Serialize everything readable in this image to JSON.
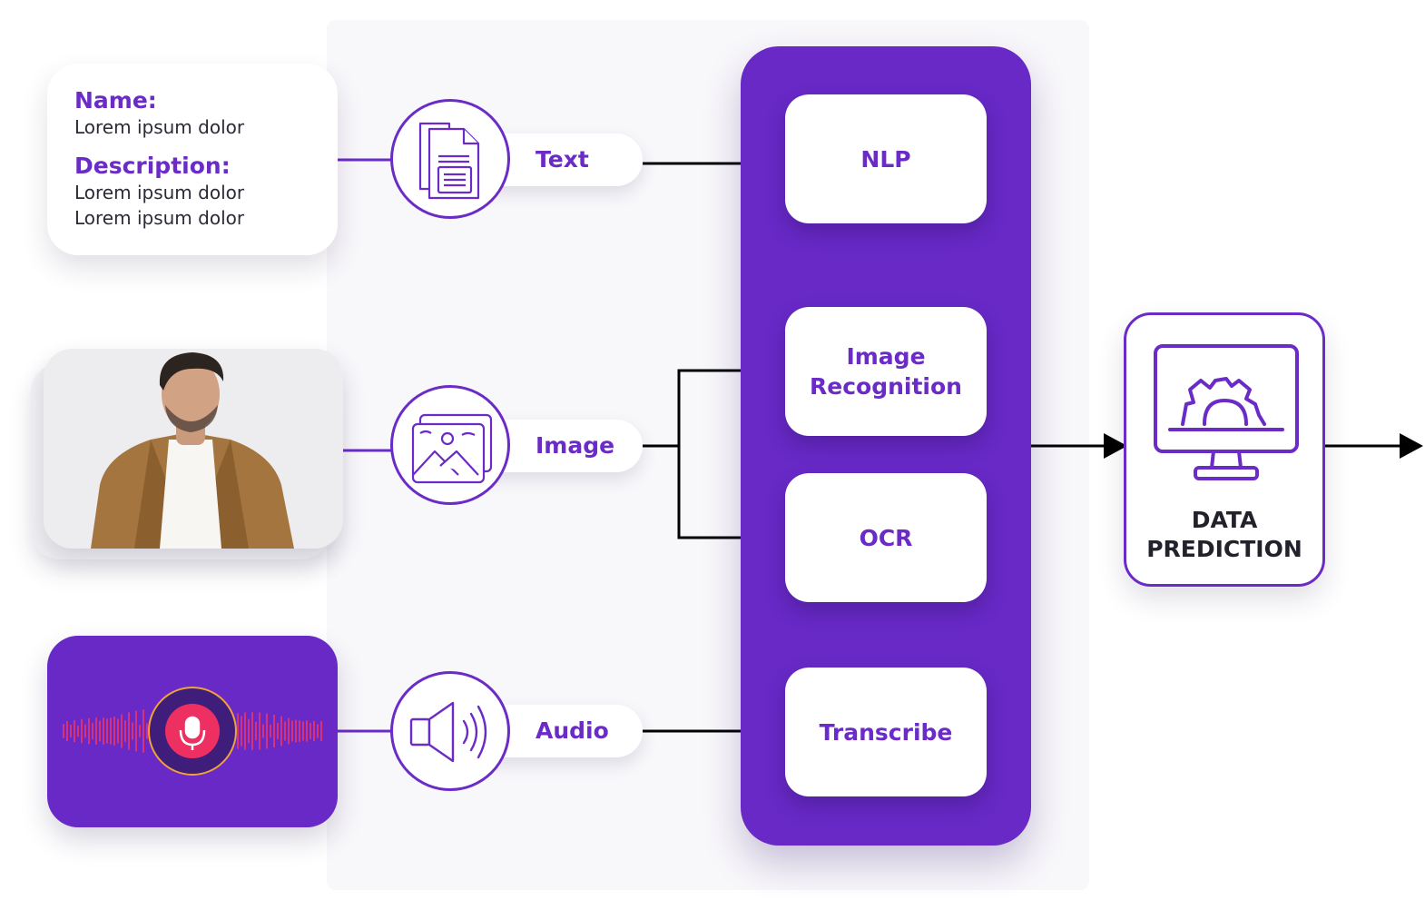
{
  "colors": {
    "accent": "#6a2bc6",
    "panel": "#6829c7",
    "connector": "#000000"
  },
  "inputs": {
    "text_card": {
      "name_label": "Name:",
      "name_value": "Lorem ipsum dolor",
      "description_label": "Description:",
      "description_lines": [
        "Lorem ipsum dolor",
        "Lorem ipsum dolor"
      ]
    },
    "image_card": {
      "content": "portrait-photo"
    },
    "audio_card": {
      "icon": "microphone-icon"
    }
  },
  "modalities": [
    {
      "label": "Text",
      "icon": "document-icon"
    },
    {
      "label": "Image",
      "icon": "image-gallery-icon"
    },
    {
      "label": "Audio",
      "icon": "speaker-icon"
    }
  ],
  "processors": [
    {
      "label": "NLP"
    },
    {
      "label": "Image Recognition"
    },
    {
      "label": "OCR"
    },
    {
      "label": "Transcribe"
    }
  ],
  "output": {
    "label": "DATA PREDICTION",
    "icon": "monitor-gear-icon"
  }
}
